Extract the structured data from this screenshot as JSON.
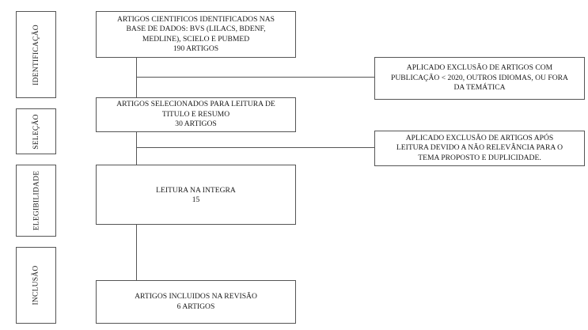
{
  "stages": [
    {
      "label": "IDENTIFICAÇÃO"
    },
    {
      "label": "SELEÇÃO"
    },
    {
      "label": "ELEGIBILIDADE"
    },
    {
      "label": "INCLUSÃO"
    }
  ],
  "main_boxes": [
    {
      "lines": [
        "ARTIGOS CIENTIFICOS IDENTIFICADOS NAS",
        "BASE DE DADOS: BVS (LILACS, BDENF,",
        "MEDLINE), SCIELO E PUBMED",
        "190 ARTIGOS"
      ]
    },
    {
      "lines": [
        "ARTIGOS SELECIONADOS PARA LEITURA DE",
        "TITULO E RESUMO",
        "30 ARTIGOS"
      ]
    },
    {
      "lines": [
        "LEITURA NA INTEGRA",
        "15"
      ]
    },
    {
      "lines": [
        "ARTIGOS INCLUIDOS NA REVISÃO",
        "6 ARTIGOS"
      ]
    }
  ],
  "exclusion_boxes": [
    {
      "lines": [
        "APLICADO EXCLUSÃO DE ARTIGOS COM",
        "PUBLICAÇÃO < 2020, OUTROS IDIOMAS, OU FORA",
        "DA TEMÁTICA"
      ]
    },
    {
      "lines": [
        "APLICADO EXCLUSÃO DE ARTIGOS APÓS",
        "LEITURA DEVIDO A NÃO RELEVÂNCIA PARA O",
        "TEMA PROPOSTO E DUPLICIDADE."
      ]
    }
  ]
}
